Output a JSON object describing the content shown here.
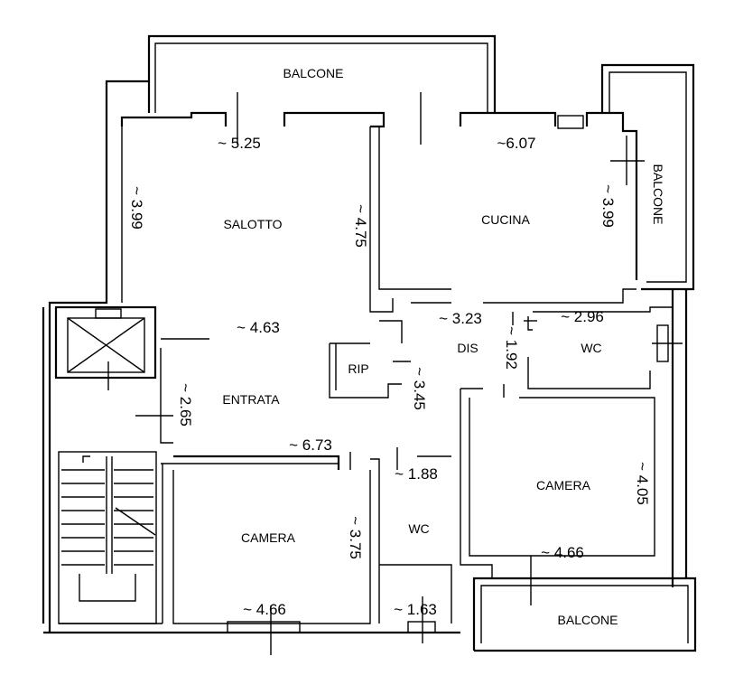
{
  "rooms": {
    "balcone_top": "BALCONE",
    "salotto": "SALOTTO",
    "cucina": "CUCINA",
    "balcone_right": "BALCONE",
    "rip": "RIP",
    "dis": "DIS",
    "wc_right": "WC",
    "entrata": "ENTRATA",
    "camera_right": "CAMERA",
    "camera_left": "CAMERA",
    "wc_bottom": "WC",
    "balcone_bottom": "BALCONE"
  },
  "dimensions": {
    "salotto_width": "~ 5.25",
    "salotto_depth": "~ 3.99",
    "salotto_right": "~ 4.75",
    "cucina_width": "~6.07",
    "cucina_depth": "~ 3.99",
    "entrata_width": "~ 4.63",
    "dis_width": "~ 3.23",
    "wc_right_width": "~ 2.96",
    "dis_depth": "~ 1.92",
    "rip_depth": "~ 3.45",
    "entrata_depth": "~ 2.65",
    "corridor_width": "~ 6.73",
    "wc_bottom_width": "~ 1.88",
    "camera_right_depth": "~ 4.05",
    "camera_left_depth": "~ 3.75",
    "camera_right_width": "~ 4.66",
    "camera_left_width": "~ 4.66",
    "wc_bottom_depth": "~ 1.63"
  }
}
